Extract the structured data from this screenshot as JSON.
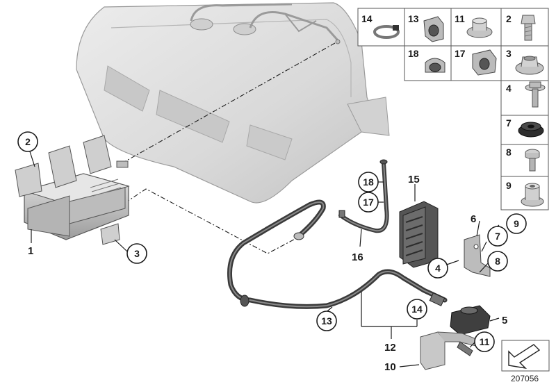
{
  "callouts": {
    "c1": "1",
    "c2": "2",
    "c3": "3",
    "c4": "4",
    "c5": "5",
    "c6": "6",
    "c7": "7",
    "c8": "8",
    "c9": "9",
    "c10": "10",
    "c11": "11",
    "c12": "12",
    "c13": "13",
    "c14": "14",
    "c15": "15",
    "c16": "16",
    "c17": "17",
    "c18": "18"
  },
  "parts_table": {
    "top_row": [
      "14",
      "13",
      "11",
      "2"
    ],
    "second_row": [
      "18",
      "17",
      "3"
    ],
    "column": [
      "4",
      "7",
      "8",
      "9"
    ]
  },
  "diagram_id": "207056",
  "icons": [
    "fuel-tank-icon",
    "carbon-canister-icon",
    "hose-clip-icon",
    "screw-icon",
    "nut-icon",
    "grommet-icon",
    "filter-icon",
    "pump-icon",
    "direction-arrow-icon"
  ]
}
